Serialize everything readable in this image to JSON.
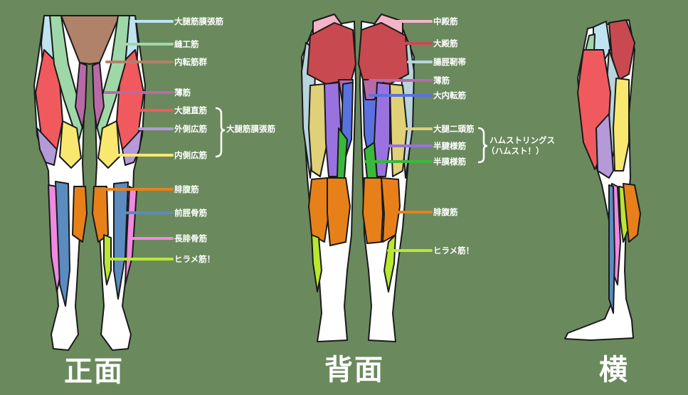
{
  "front": {
    "title": "正面",
    "labels": {
      "tfl": "大腿筋膜張筋",
      "sartorius": "縫工筋",
      "adductors": "内転筋群",
      "gracilis": "薄筋",
      "rectus_femoris": "大腿直筋",
      "vastus_lateralis": "外側広筋",
      "vastus_medialis": "内側広筋",
      "gastrocnemius": "腓腹筋",
      "tibialis_anterior": "前脛骨筋",
      "peroneus_longus": "長腓骨筋",
      "soleus": "ヒラメ筋！"
    },
    "group_label": "大腿筋膜張筋"
  },
  "back": {
    "title": "背面",
    "labels": {
      "gluteus_medius": "中殿筋",
      "gluteus_maximus": "大殿筋",
      "it_band": "腸脛靭帯",
      "gracilis": "薄筋",
      "adductor_magnus": "大内転筋",
      "biceps_femoris": "大腿二頭筋",
      "semitendinosus": "半腱様筋",
      "semimembranosus": "半膜様筋",
      "gastrocnemius": "腓腹筋",
      "soleus": "ヒラメ筋！"
    },
    "group_label_line1": "ハムストリングス",
    "group_label_line2": "（ハムスト！）"
  },
  "side": {
    "title": "横"
  },
  "colors": {
    "background": "#6a8a5e",
    "tfl": "#bfe4f0",
    "sartorius": "#9fd8a8",
    "adductors": "#b0826a",
    "gracilis": "#b86aa8",
    "rectus_femoris": "#f05a5e",
    "vastus_lateralis": "#b49ad8",
    "vastus_medialis": "#f8e870",
    "gastrocnemius": "#e8801a",
    "tibialis_anterior": "#5a8cc0",
    "peroneus_longus": "#f08ae0",
    "soleus": "#b8e830",
    "gluteus_medius": "#f4b4c8",
    "gluteus_maximus": "#c84a50",
    "it_band": "#b8d4dc",
    "adductor_magnus": "#5a72e0",
    "biceps_femoris": "#e0d078",
    "semitendinosus": "#9a72e0",
    "semimembranosus": "#3ab83a"
  }
}
